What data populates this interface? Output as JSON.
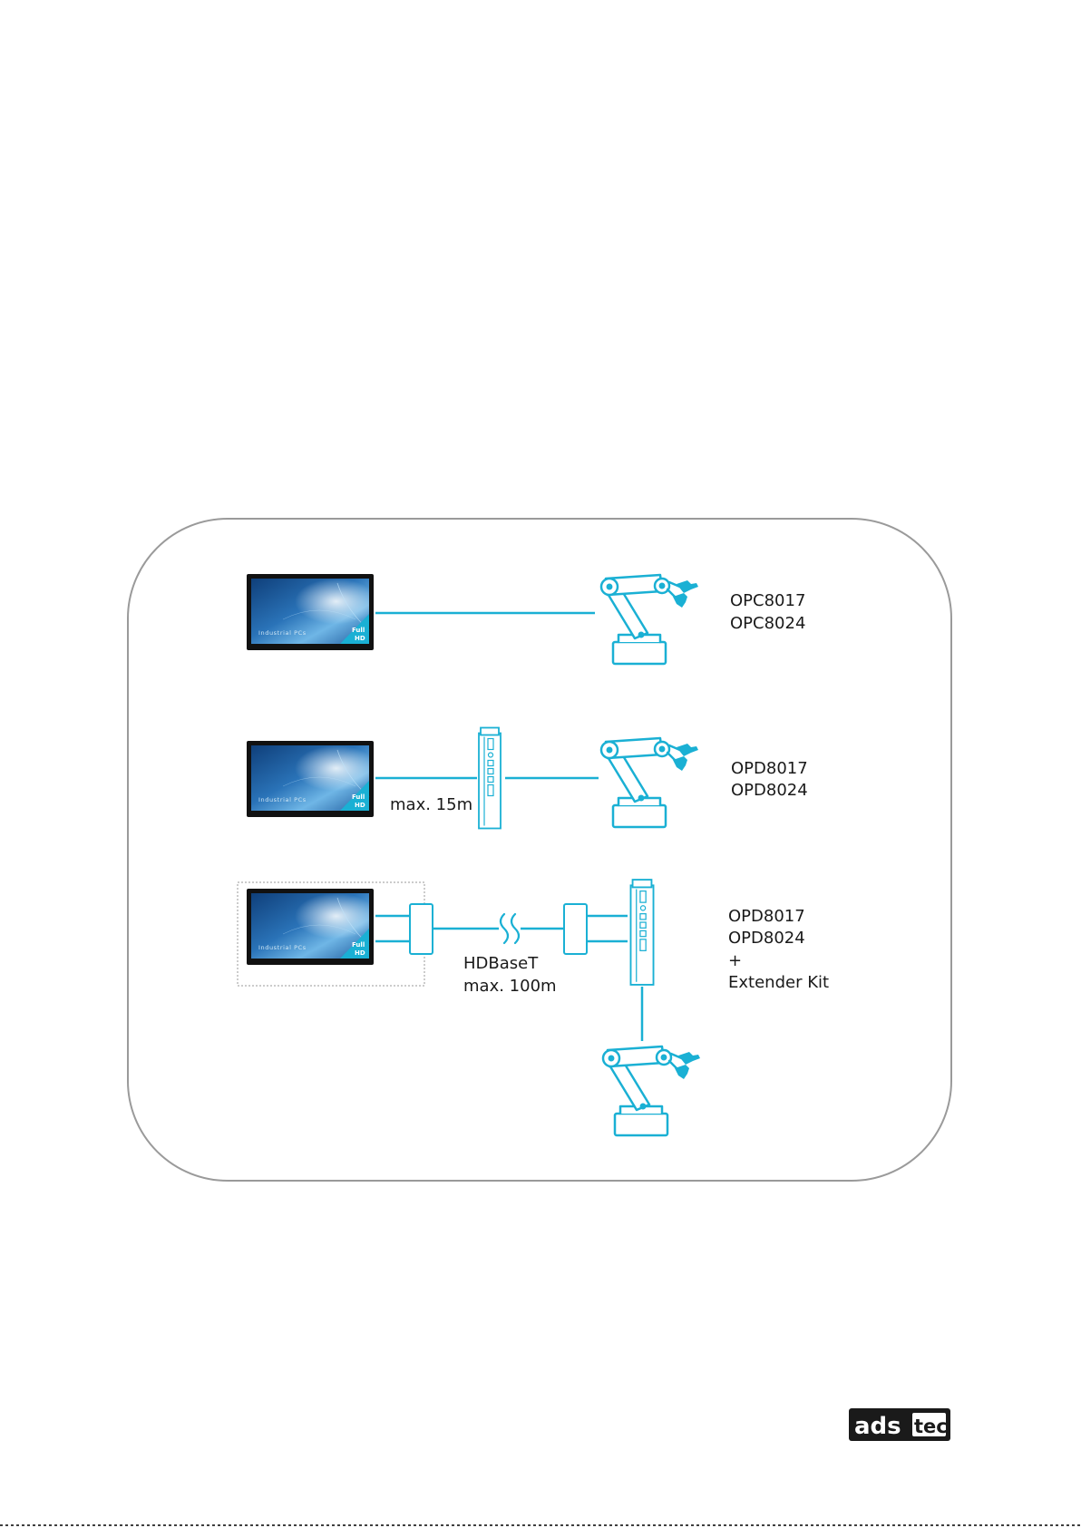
{
  "colors": {
    "accent": "#1ab0d4",
    "frame": "#9a9a9a",
    "monitor_bezel": "#111111",
    "screen_blue": "#1f63a8",
    "logo_black": "#1a1a1a"
  },
  "configs": [
    {
      "models": [
        "OPC8017",
        "OPC8024"
      ]
    },
    {
      "models": [
        "OPD8017",
        "OPD8024"
      ],
      "cable_label": "max. 15m"
    },
    {
      "models": [
        "OPD8017",
        "OPD8024",
        "+",
        "Extender Kit"
      ],
      "cable_label_1": "HDBaseT",
      "cable_label_2": "max. 100m"
    }
  ],
  "monitor": {
    "caption": "Industrial PCs",
    "badge_line1": "Full",
    "badge_line2": "HD"
  },
  "icons": {
    "monitor": "monitor-icon",
    "robot_arm": "robot-arm-icon",
    "box_pc": "box-pc-icon",
    "extender": "extender-module-icon",
    "cable_break": "cable-break-icon"
  },
  "logo": {
    "part1": "ads",
    "part2": "tec"
  }
}
